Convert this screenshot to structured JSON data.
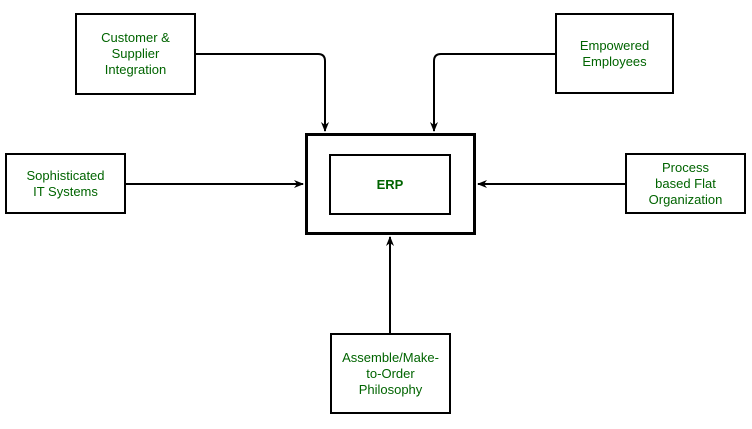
{
  "colors": {
    "text": "#006400",
    "border": "#000000",
    "arrow": "#000000",
    "background": "#ffffff"
  },
  "center": {
    "label": "ERP"
  },
  "nodes": {
    "customer": {
      "label": "Customer &\nSupplier\nIntegration"
    },
    "empowered": {
      "label": "Empowered\nEmployees"
    },
    "sophisticated": {
      "label": "Sophisticated\nIT Systems"
    },
    "process": {
      "label": "Process\nbased Flat\nOrganization"
    },
    "assemble": {
      "label": "Assemble/Make-\nto-Order\nPhilosophy"
    }
  }
}
